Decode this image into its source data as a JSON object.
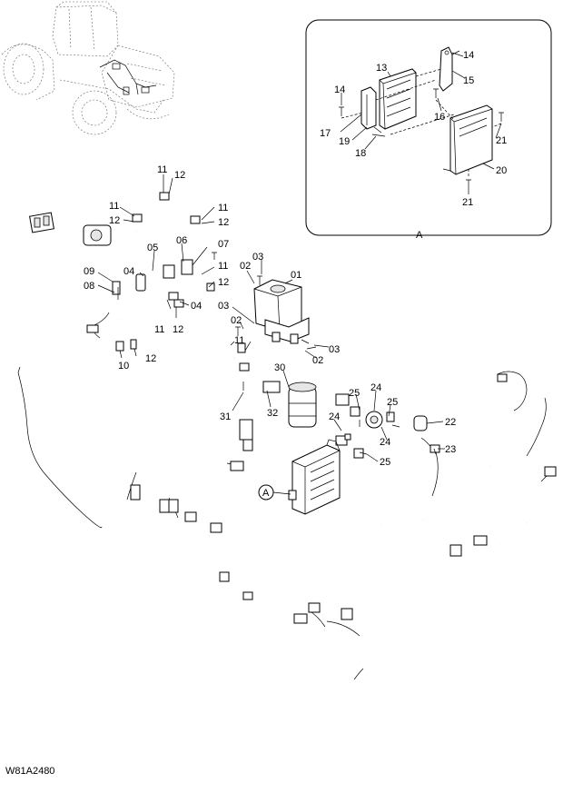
{
  "drawing_code": "W81A2480",
  "detail_label": "A",
  "callout_marker": "A",
  "callouts": {
    "c01": "01",
    "c02a": "02",
    "c02b": "02",
    "c02c": "02",
    "c03a": "03",
    "c03b": "03",
    "c03c": "03",
    "c04a": "04",
    "c04b": "04",
    "c05": "05",
    "c06": "06",
    "c07": "07",
    "c08": "08",
    "c09": "09",
    "c10": "10",
    "c11a": "11",
    "c11b": "11",
    "c11c": "11",
    "c11d": "11",
    "c11e": "11",
    "c11f": "11",
    "c12a": "12",
    "c12b": "12",
    "c12c": "12",
    "c12d": "12",
    "c12e": "12",
    "c12f": "12",
    "c13": "13",
    "c14a": "14",
    "c14b": "14",
    "c15": "15",
    "c16": "16",
    "c17": "17",
    "c18": "18",
    "c19": "19",
    "c20": "20",
    "c21a": "21",
    "c21b": "21",
    "c22": "22",
    "c23": "23",
    "c24a": "24",
    "c24b": "24",
    "c24c": "24",
    "c25a": "25",
    "c25b": "25",
    "c25c": "25",
    "c30": "30",
    "c31": "31",
    "c32": "32"
  }
}
